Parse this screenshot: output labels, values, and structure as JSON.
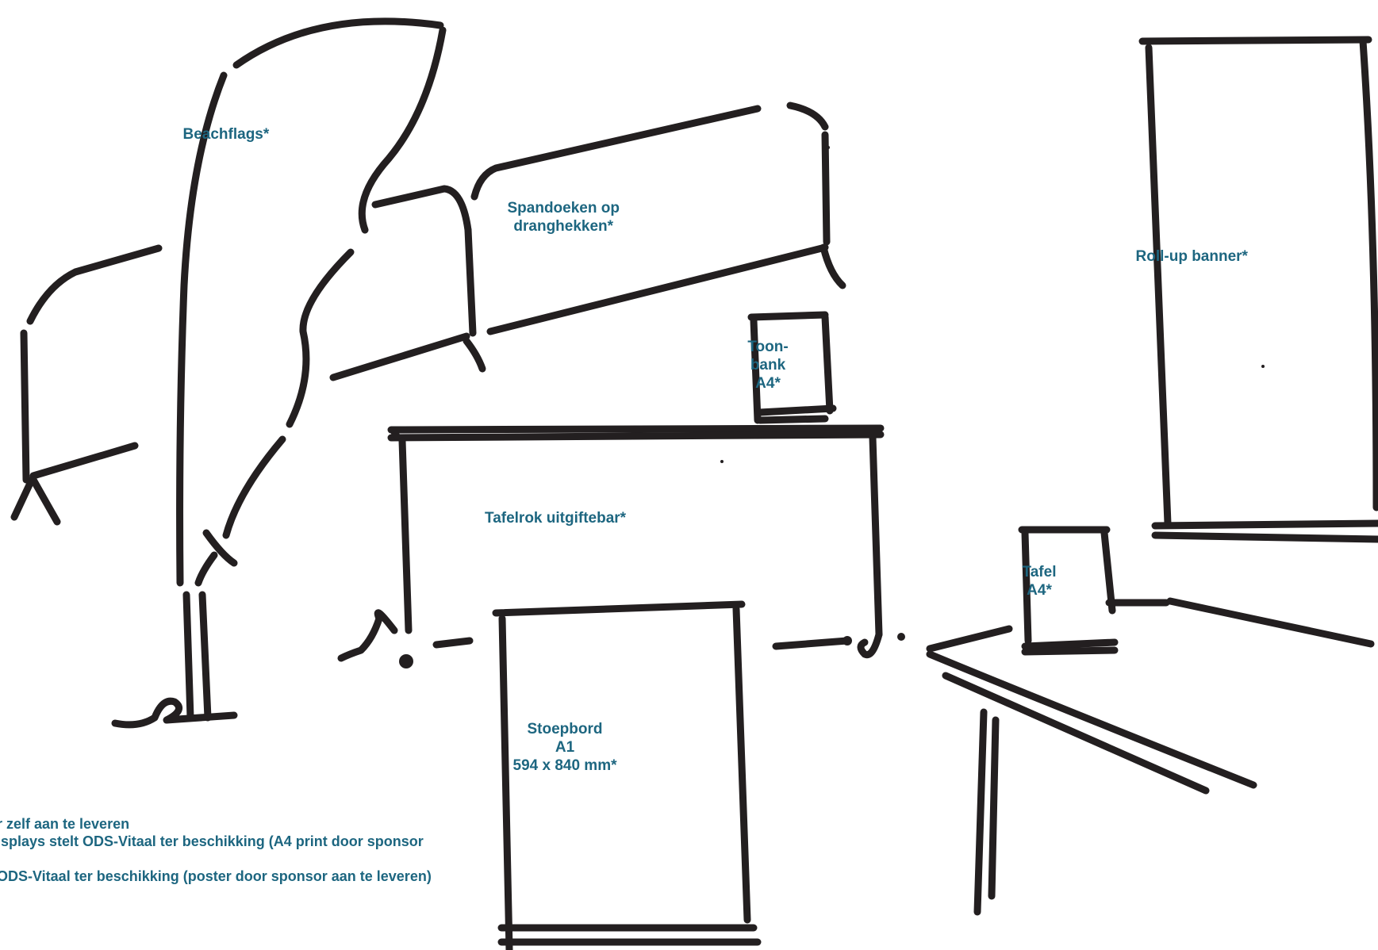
{
  "colors": {
    "ink": "#231f20",
    "label": "#1d6680",
    "background": "#ffffff"
  },
  "labels": {
    "beachflags": "Beachflags*",
    "spandoeken_line1": "Spandoeken op",
    "spandoeken_line2": "dranghekken*",
    "rollup": "Roll-up banner*",
    "toonbank_line1": "Toon-",
    "toonbank_line2": "bank",
    "toonbank_line3": "A4*",
    "tafelrok": "Tafelrok uitgiftebar*",
    "tafel_line1": "Tafel",
    "tafel_line2": "A4*",
    "stoepbord_line1": "Stoepbord",
    "stoepbord_line2": "A1",
    "stoepbord_line3": "594 x 840 mm*"
  },
  "notes": {
    "line1": "r zelf aan te leveren",
    "line2": "isplays stelt ODS-Vitaal ter beschikking (A4 print door sponsor",
    "line3": "",
    "line4": "ODS-Vitaal ter beschikking (poster door sponsor aan te leveren)"
  }
}
